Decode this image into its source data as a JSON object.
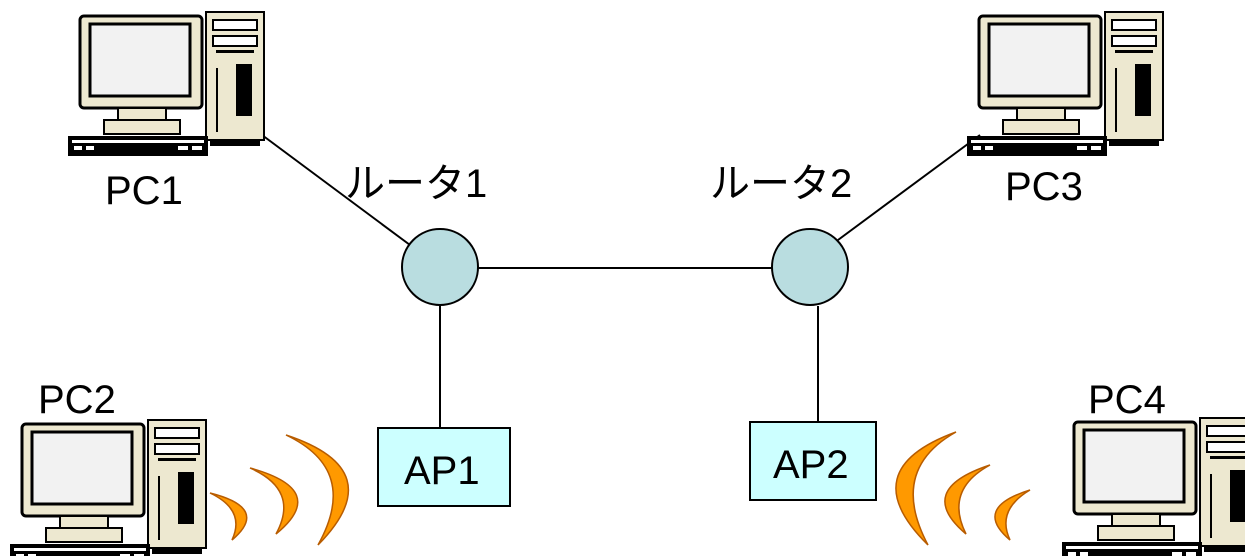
{
  "nodes": {
    "pc1": {
      "label": "PC1"
    },
    "pc2": {
      "label": "PC2"
    },
    "pc3": {
      "label": "PC3"
    },
    "pc4": {
      "label": "PC4"
    },
    "router1": {
      "label": "ルータ1"
    },
    "router2": {
      "label": "ルータ2"
    },
    "ap1": {
      "label": "AP1"
    },
    "ap2": {
      "label": "AP2"
    }
  },
  "icons": {
    "computer": "desktop-computer-icon",
    "wireless": "wireless-signal-icon"
  },
  "colors": {
    "router_fill": "#b9dde0",
    "ap_fill": "#ccffff",
    "wave_fill": "#ff9900",
    "monitor_frame": "#ede8d0",
    "monitor_screen": "#f2f2f2",
    "line": "#000000"
  }
}
